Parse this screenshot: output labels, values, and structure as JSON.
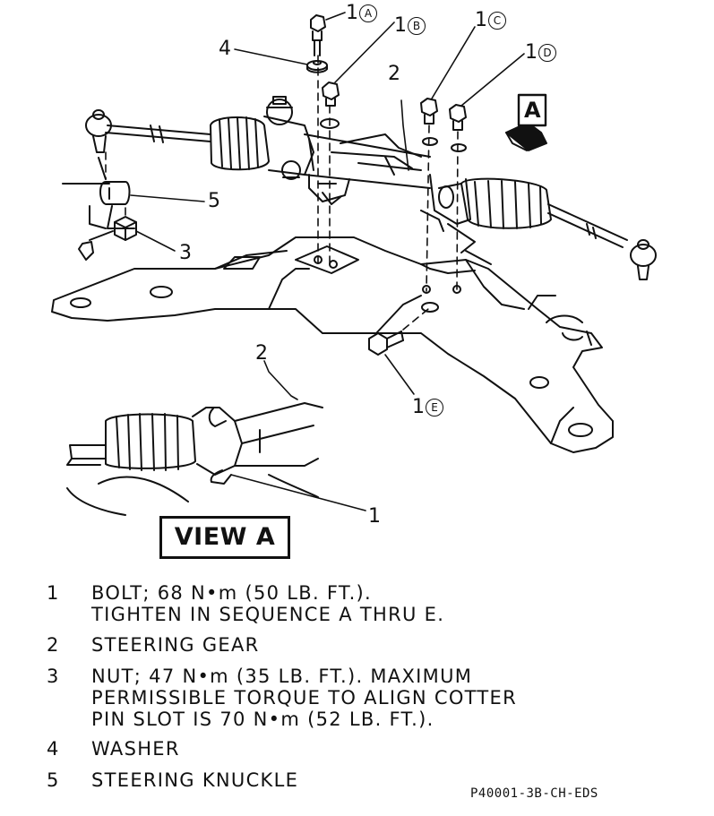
{
  "diagram": {
    "callouts": [
      {
        "id": "1A",
        "number": "1",
        "letter": "A"
      },
      {
        "id": "1B",
        "number": "1",
        "letter": "B"
      },
      {
        "id": "1C",
        "number": "1",
        "letter": "C"
      },
      {
        "id": "1D",
        "number": "1",
        "letter": "D"
      },
      {
        "id": "1E",
        "number": "1",
        "letter": "E"
      },
      {
        "id": "4",
        "number": "4"
      },
      {
        "id": "2_top",
        "number": "2"
      },
      {
        "id": "5",
        "number": "5"
      },
      {
        "id": "3",
        "number": "3"
      },
      {
        "id": "2_view",
        "number": "2"
      },
      {
        "id": "1_view",
        "number": "1"
      }
    ],
    "view_arrow_label": "A",
    "view_box_label": "VIEW A"
  },
  "legend": [
    {
      "num": "1",
      "lines": [
        "BOLT; 68 N•m (50 LB. FT.).",
        "TIGHTEN IN SEQUENCE A THRU E."
      ]
    },
    {
      "num": "2",
      "lines": [
        "STEERING GEAR"
      ]
    },
    {
      "num": "3",
      "lines": [
        "NUT; 47 N•m (35 LB. FT.). MAXIMUM",
        "PERMISSIBLE TORQUE TO ALIGN COTTER",
        "PIN SLOT IS 70 N•m (52 LB. FT.)."
      ]
    },
    {
      "num": "4",
      "lines": [
        "WASHER"
      ]
    },
    {
      "num": "5",
      "lines": [
        "STEERING KNUCKLE"
      ]
    }
  ],
  "figure_code": "P40001-3B-CH-EDS"
}
